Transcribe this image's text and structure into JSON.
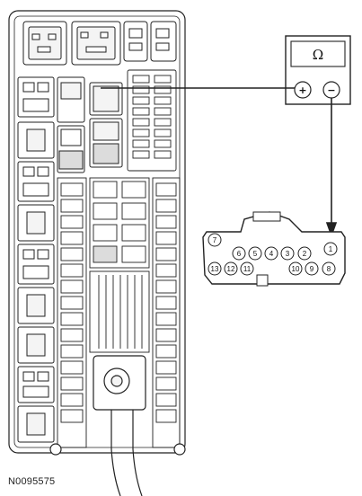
{
  "figure_id": "N0095575",
  "meter": {
    "unit_symbol": "Ω",
    "positive_label": "+",
    "negative_label": "−"
  },
  "connector": {
    "pins_top": [
      "7",
      "6",
      "5",
      "4",
      "3",
      "2",
      "1"
    ],
    "pins_bottom": [
      "13",
      "12",
      "11",
      "10",
      "9",
      "8"
    ]
  },
  "colors": {
    "line": "#222222",
    "fill": "#ffffff",
    "component_fill": "#f4f4f4"
  },
  "icons": [
    "fuse-box",
    "ohmmeter",
    "connector",
    "ground-cable"
  ]
}
